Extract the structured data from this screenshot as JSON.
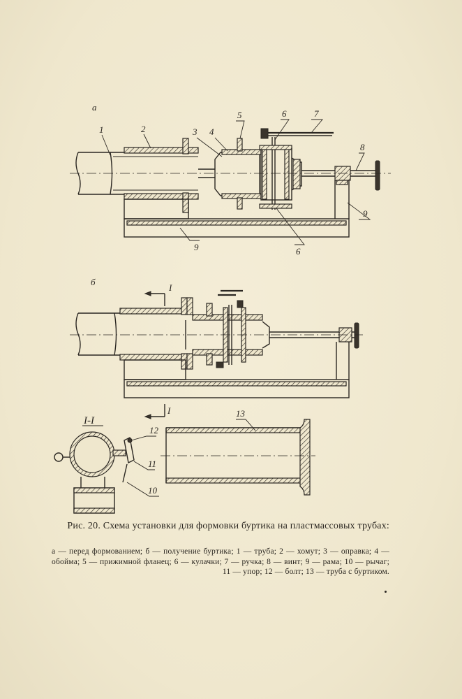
{
  "labels": {
    "view_a": "а",
    "view_b": "б",
    "section_mark": "I",
    "section_title": "I-I",
    "part_1": "1",
    "part_2": "2",
    "part_3": "3",
    "part_4": "4",
    "part_5": "5",
    "part_6": "6",
    "part_7": "7",
    "part_8": "8",
    "part_9": "9",
    "part_10": "10",
    "part_11": "11",
    "part_12": "12",
    "part_13": "13"
  },
  "caption": {
    "title": "Рис. 20. Схема установки для формовки буртика на пласт­массовых трубах:",
    "legend": "а — перед формованием; б — получение буртика; 1 — труба; 2 — хомут; 3 — оправка; 4 — обойма; 5 — прижимной фланец; 6 — кулачки; 7 — ручка; 8 — винт; 9 — рама; 10 — рычаг; 11 — упор; 12 — болт; 13 — труба с буртиком."
  }
}
